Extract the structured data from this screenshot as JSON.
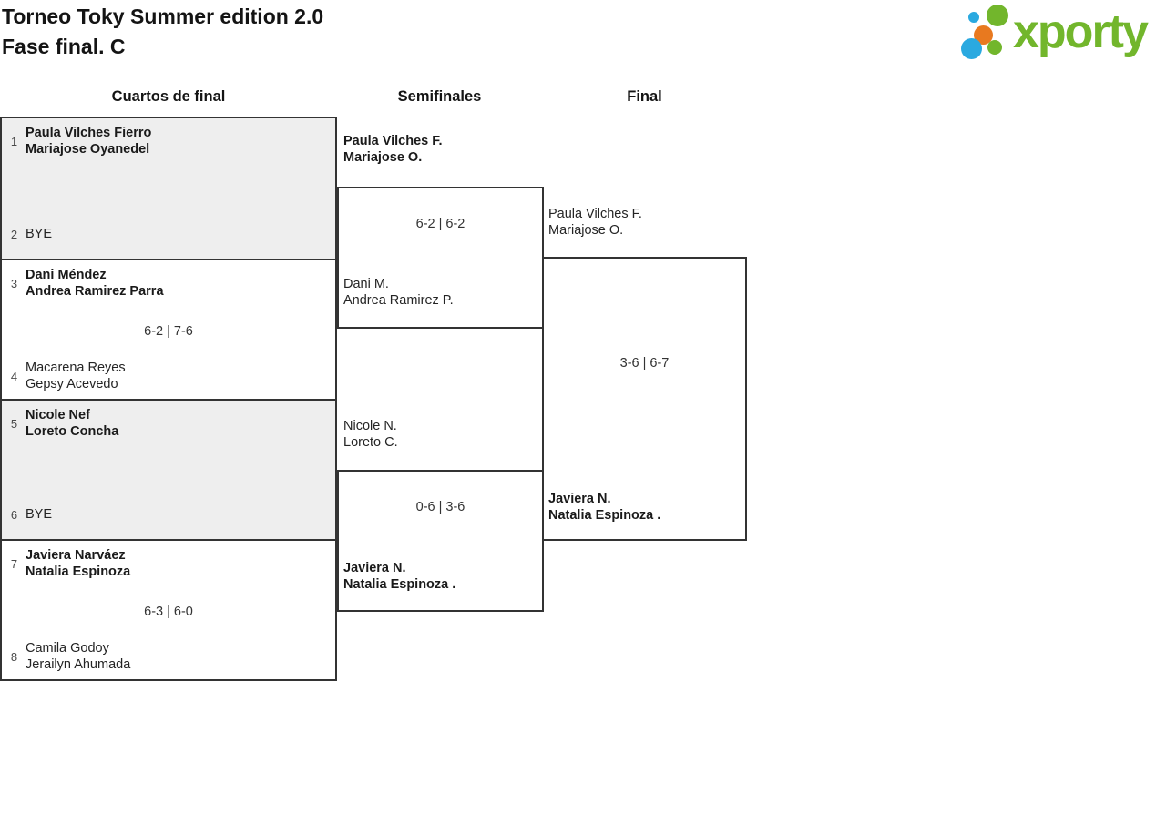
{
  "header": {
    "title_line1": "Torneo Toky Summer edition 2.0",
    "title_line2": "Fase final. C"
  },
  "logo": {
    "wordmark": "xporty",
    "colors": {
      "green": "#72B62C",
      "blue": "#2AA9E0",
      "orange": "#E8791F"
    }
  },
  "rounds": {
    "quarterfinals": "Cuartos de final",
    "semifinals": "Semifinales",
    "final": "Final"
  },
  "bracket": {
    "quarterfinals": [
      {
        "seed1": "1",
        "p1": [
          "Paula Vilches Fierro",
          "Mariajose Oyanedel"
        ],
        "winner": "p1",
        "score": "",
        "seed2": "2",
        "p2": [
          "BYE"
        ]
      },
      {
        "seed1": "3",
        "p1": [
          "Dani Méndez",
          "Andrea Ramirez Parra"
        ],
        "winner": "p1",
        "score": "6-2 | 7-6",
        "seed2": "4",
        "p2": [
          "Macarena Reyes",
          "Gepsy Acevedo"
        ]
      },
      {
        "seed1": "5",
        "p1": [
          "Nicole Nef",
          "Loreto Concha"
        ],
        "winner": "p1",
        "score": "",
        "seed2": "6",
        "p2": [
          "BYE"
        ]
      },
      {
        "seed1": "7",
        "p1": [
          "Javiera Narváez",
          "Natalia Espinoza"
        ],
        "winner": "p1",
        "score": "6-3 | 6-0",
        "seed2": "8",
        "p2": [
          "Camila Godoy",
          "Jerailyn Ahumada"
        ]
      }
    ],
    "semifinals": [
      {
        "p1": [
          "Paula Vilches F.",
          "Mariajose O."
        ],
        "winner": "p1",
        "score": "6-2 | 6-2",
        "p2": [
          "Dani M.",
          "Andrea Ramirez P."
        ]
      },
      {
        "p1": [
          "Nicole N.",
          "Loreto C."
        ],
        "winner": "p2",
        "score": "0-6 | 3-6",
        "p2": [
          "Javiera N.",
          "Natalia Espinoza ."
        ]
      }
    ],
    "final": {
      "p1": [
        "Paula Vilches F.",
        "Mariajose O."
      ],
      "winner": "p2",
      "score": "3-6 | 6-7",
      "p2": [
        "Javiera N.",
        "Natalia Espinoza ."
      ]
    }
  }
}
